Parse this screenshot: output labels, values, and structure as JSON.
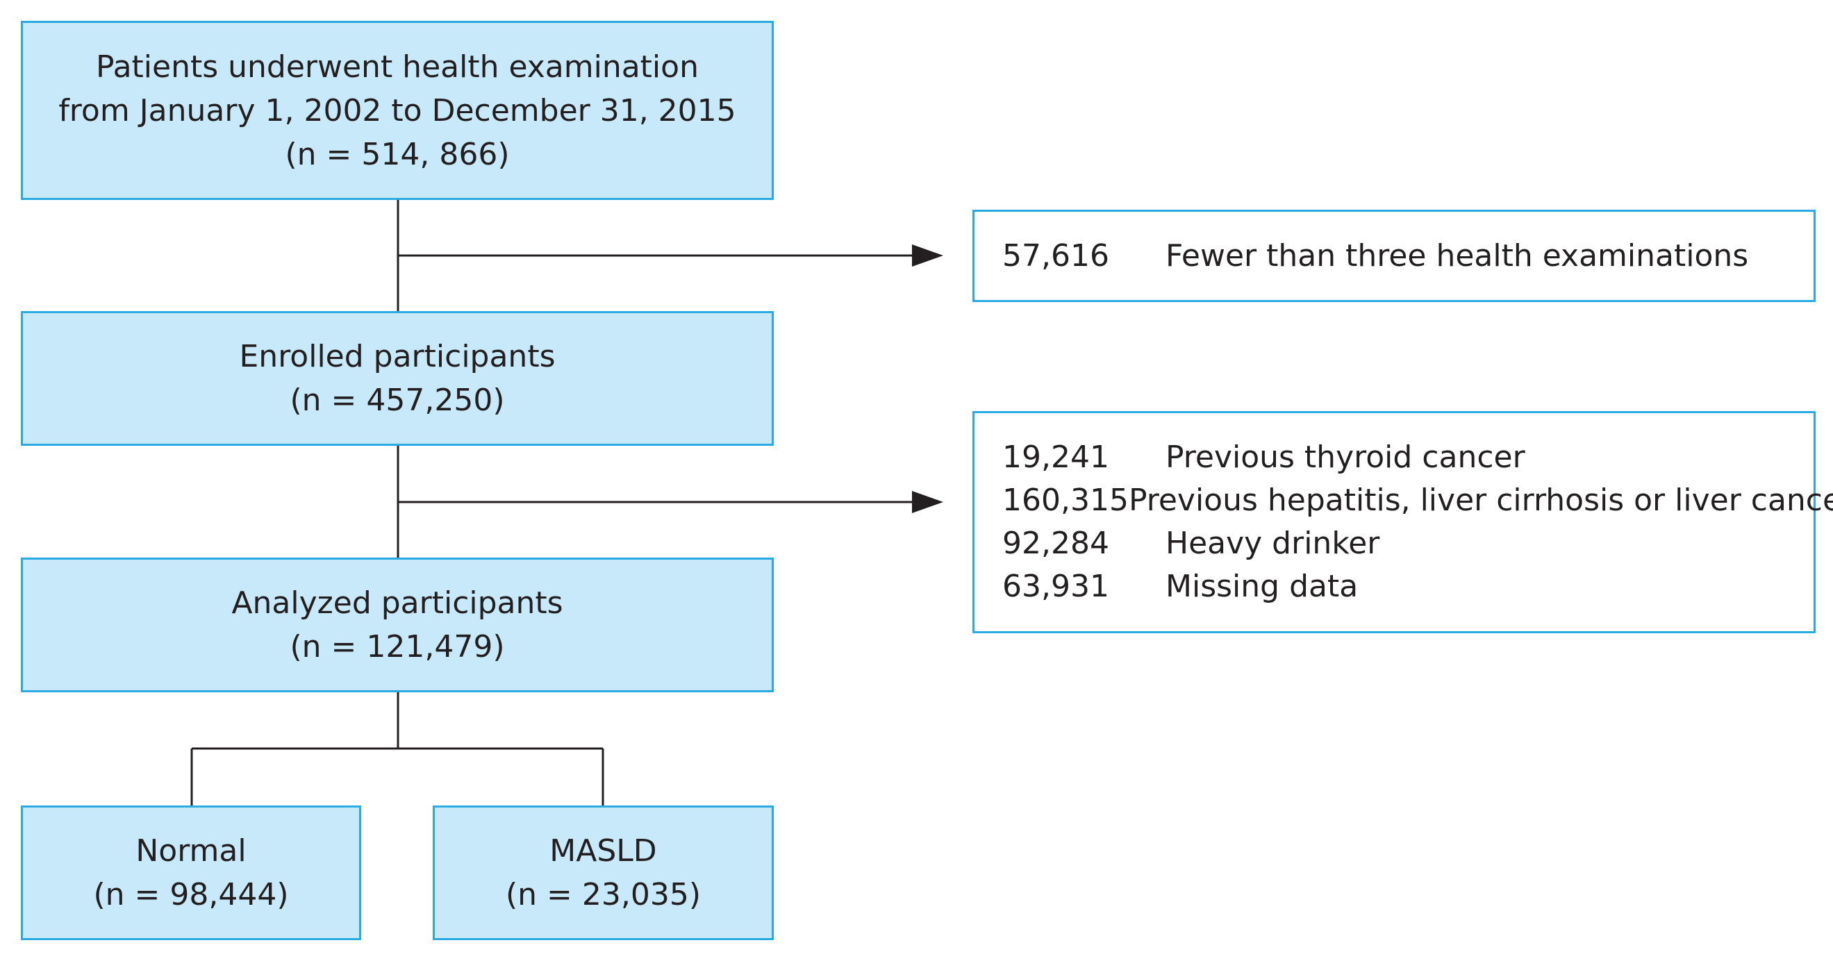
{
  "flow": {
    "screened": {
      "line1": "Patients underwent health examination",
      "line2": "from January 1, 2002 to December 31, 2015",
      "line3": "(n = 514, 866)"
    },
    "enrolled": {
      "line1": "Enrolled participants",
      "line2": "(n = 457,250)"
    },
    "analyzed": {
      "line1": "Analyzed participants",
      "line2": "(n = 121,479)"
    },
    "normal": {
      "line1": "Normal",
      "line2": "(n = 98,444)"
    },
    "masld": {
      "line1": "MASLD",
      "line2": "(n = 23,035)"
    }
  },
  "exclusions": {
    "first": [
      {
        "count": "57,616",
        "reason": "Fewer than three health examinations"
      }
    ],
    "second": [
      {
        "count": "19,241",
        "reason": "Previous thyroid cancer"
      },
      {
        "count": "160,315",
        "reason": "Previous hepatitis, liver cirrhosis or liver cancer"
      },
      {
        "count": "92,284",
        "reason": "Heavy drinker"
      },
      {
        "count": "63,931",
        "reason": "Missing data"
      }
    ]
  },
  "colors": {
    "box_fill": "#c8e9fa",
    "box_border": "#29abe2",
    "line": "#231f20"
  }
}
